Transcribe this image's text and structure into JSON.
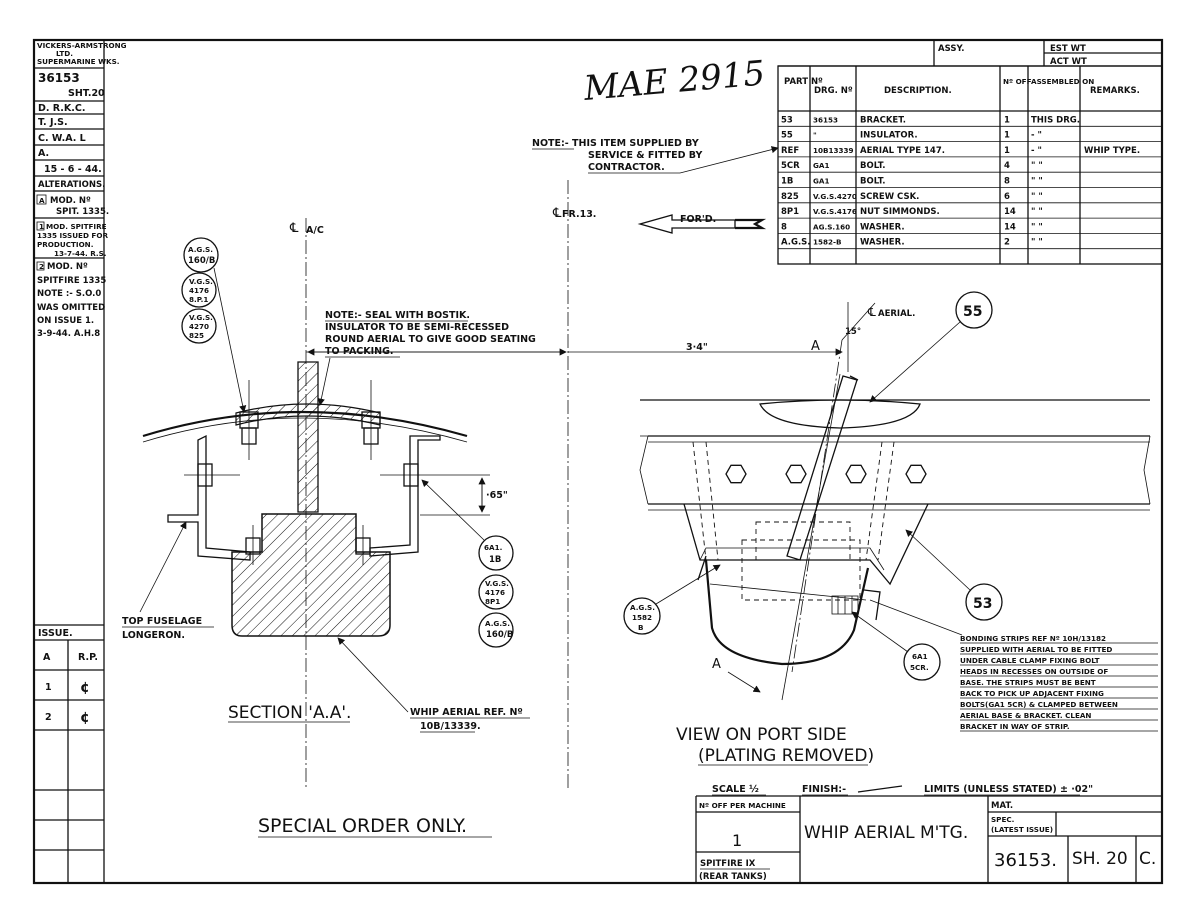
{
  "side_column": {
    "company": [
      "VICKERS-ARMSTRONG",
      "LTD.",
      "SUPERMARINE WKS."
    ],
    "drawing_no": "36153",
    "sheet": "SHT.20",
    "drawn": "D. R.K.C.",
    "traced": "T. J.S.",
    "checked": "C. W.A. L",
    "approved": "A.",
    "date": "15 - 6 - 44.",
    "alterations_heading": "ALTERATIONS.",
    "alterations": [
      {
        "letter": "A",
        "lines": [
          "MOD. Nº",
          "SPIT. 1335."
        ]
      },
      {
        "letter": "1",
        "lines": [
          "MOD. SPITFIRE",
          "1335 ISSUED FOR",
          "PRODUCTION.",
          "13-7-44. R.S."
        ]
      },
      {
        "letter": "2",
        "lines": [
          "MOD. Nº",
          "SPITFIRE 1335",
          "NOTE :- S.O.0",
          "WAS OMITTED",
          "ON ISSUE 1.",
          "3-9-44. A.H.8"
        ]
      }
    ],
    "issue_heading": "ISSUE.",
    "issue_rows": [
      [
        "A",
        "R.P."
      ],
      [
        "1",
        "¢"
      ],
      [
        "2",
        "¢"
      ]
    ]
  },
  "handwritten_ref": "MAE 2915",
  "assy_block": {
    "assy": "ASSY.",
    "est_wt": "EST WT",
    "act_wt": "ACT WT"
  },
  "parts_table": {
    "headers": [
      "PART Nº",
      "DRG. Nº",
      "DESCRIPTION.",
      "Nº OFF",
      "ASSEMBLED ON",
      "REMARKS."
    ],
    "rows": [
      [
        "53",
        "36153",
        "BRACKET.",
        "1",
        "THIS DRG.",
        ""
      ],
      [
        "55",
        "\"",
        "INSULATOR.",
        "1",
        "-   \"",
        ""
      ],
      [
        "REF",
        "10B13339",
        "AERIAL  TYPE  147.",
        "1",
        "-   \"",
        "WHIP TYPE."
      ],
      [
        "5CR",
        "GA1",
        "BOLT.",
        "4",
        "\"   \"",
        ""
      ],
      [
        "1B",
        "GA1",
        "BOLT.",
        "8",
        "\"   \"",
        ""
      ],
      [
        "825",
        "V.G.S.4270",
        "SCREW  CSK.",
        "6",
        "\"   \"",
        ""
      ],
      [
        "8P1",
        "V.G.S.4176",
        "NUT  SIMMONDS.",
        "14",
        "\"   \"",
        ""
      ],
      [
        "8",
        "AG.S.160",
        "WASHER.",
        "14",
        "\"   \"",
        ""
      ],
      [
        "A.G.S.",
        "1582-B",
        "WASHER.",
        "2",
        "\"   \"",
        ""
      ],
      [
        "",
        "",
        "",
        "",
        "",
        ""
      ]
    ]
  },
  "notes": {
    "supplied": [
      "NOTE:-  THIS ITEM SUPPLIED BY",
      "SERVICE & FITTED BY",
      "CONTRACTOR."
    ],
    "seal": [
      "NOTE:- SEAL WITH BOSTIK.",
      "INSULATOR TO BE SEMI-RECESSED",
      "ROUND AERIAL TO GIVE GOOD SEATING",
      "TO PACKING."
    ],
    "bonding": [
      "BONDING  STRIPS  REF Nº 10H/13182",
      "SUPPLIED WITH AERIAL TO BE FITTED",
      "UNDER CABLE CLAMP FIXING BOLT",
      "HEADS IN RECESSES ON OUTSIDE OF",
      "BASE. THE STRIPS MUST BE BENT",
      "BACK TO PICK UP ADJACENT FIXING",
      "BOLTS(GA1 5CR) & CLAMPED BETWEEN",
      "AERIAL BASE & BRACKET. CLEAN",
      "BRACKET IN WAY OF STRIP."
    ]
  },
  "labels": {
    "ac": "A/C",
    "fr13": "FR.13.",
    "ford": "FOR'D.",
    "aerial": "AERIAL.",
    "dim_34": "3·4\"",
    "dim_65": "·65\"",
    "angle_15": "15°",
    "section_a_top": "A",
    "section_a_bottom": "A",
    "top_fuselage": [
      "TOP FUSELAGE",
      "LONGERON."
    ],
    "whip_aerial_ref": [
      "WHIP AERIAL REF. Nº",
      "10B/13339."
    ],
    "section_title": "SECTION 'A.A'.",
    "view_title": [
      "VIEW ON PORT SIDE",
      "(PLATING REMOVED)"
    ],
    "special_order": "SPECIAL ORDER ONLY."
  },
  "balloons": {
    "left": [
      [
        "A.G.S.",
        "160/B"
      ],
      [
        "V.G.S.",
        "4176",
        "8.P.1"
      ],
      [
        "V.G.S.",
        "4270",
        "825"
      ]
    ],
    "right": [
      [
        "6A1.",
        "1B"
      ],
      [
        "V.G.S.",
        "4176",
        "8P1"
      ],
      [
        "A.G.S.",
        "160/B"
      ]
    ],
    "view_left": [
      "A.G.S.",
      "1582",
      "B"
    ],
    "view_bolt": [
      "6A1",
      "5CR."
    ],
    "p55": "55",
    "p53": "53"
  },
  "title_block": {
    "scale": "SCALE ½",
    "finish": "FINISH:-",
    "limits": "LIMITS (UNLESS STATED) ± ·02\"",
    "off_per_machine": "Nº OFF PER MACHINE",
    "qty": "1",
    "title": "WHIP AERIAL M'TG.",
    "aircraft": [
      "SPITFIRE  IX",
      "(REAR  TANKS)"
    ],
    "mat": "MAT.",
    "spec": [
      "SPEC.",
      "(LATEST ISSUE)"
    ],
    "drawing_no": "36153.",
    "sheet": "SH. 20",
    "issue": "C."
  }
}
